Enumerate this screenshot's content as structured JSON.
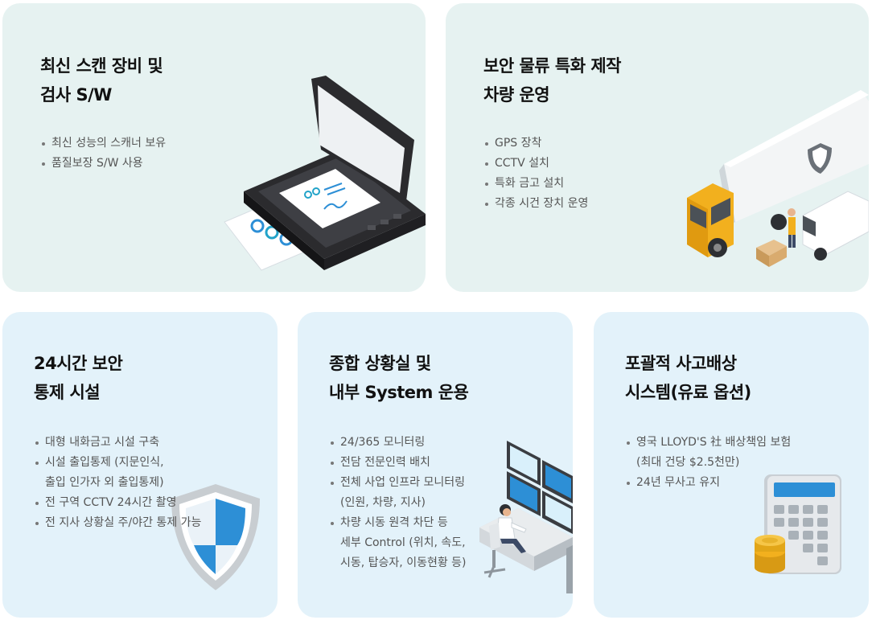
{
  "cards": [
    {
      "title": [
        "최신 스캔 장비 및",
        "검사 S/W"
      ],
      "items": [
        [
          "최신 성능의 스캐너 보유"
        ],
        [
          "품질보장 S/W 사용"
        ]
      ],
      "icon": "scanner-illustration"
    },
    {
      "title": [
        "보안 물류 특화 제작",
        "차량 운영"
      ],
      "items": [
        [
          "GPS 장착"
        ],
        [
          "CCTV 설치"
        ],
        [
          "특화 금고 설치"
        ],
        [
          "각종 시건 장치 운영"
        ]
      ],
      "icon": "truck-illustration"
    },
    {
      "title": [
        "24시간 보안",
        "통제 시설"
      ],
      "items": [
        [
          "대형 내화금고 시설 구축"
        ],
        [
          "시설 출입통제 (지문인식,",
          "출입 인가자 외 출입통제)"
        ],
        [
          "전 구역 CCTV 24시간 촬영"
        ],
        [
          "전 지사 상황실 주/야간 통제 가능"
        ]
      ],
      "icon": "shield-illustration"
    },
    {
      "title": [
        "종합 상황실 및",
        "내부 System 운용"
      ],
      "items": [
        [
          "24/365 모니터링"
        ],
        [
          "전담 전문인력 배치"
        ],
        [
          "전체 사업 인프라 모니터링",
          "(인원, 차량, 지사)"
        ],
        [
          "차량 시동 원격 차단 등",
          "세부 Control (위치, 속도,",
          "시동, 탑승자, 이동현황 등)"
        ]
      ],
      "icon": "control-room-illustration"
    },
    {
      "title": [
        "포괄적 사고배상",
        "시스템(유료 옵션)"
      ],
      "items": [
        [
          "영국 LLOYD'S 社 배상책임 보험",
          "(최대 건당 $2.5천만)"
        ],
        [
          "24년 무사고 유지"
        ]
      ],
      "icon": "calculator-coins-illustration"
    }
  ],
  "colors": {
    "mint_card": "#e6f2f1",
    "blue_card": "#e3f2fa",
    "accent_blue": "#2d8fd6",
    "accent_teal": "#22a3c9",
    "truck_yellow": "#f2b01e"
  }
}
